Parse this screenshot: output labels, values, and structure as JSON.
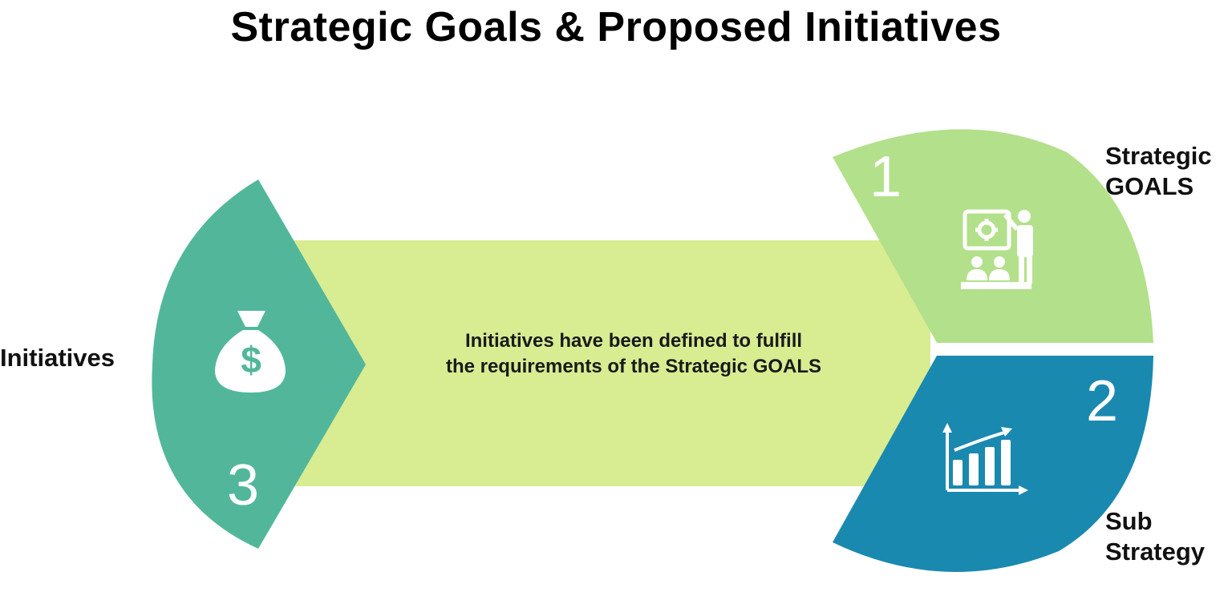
{
  "title": "Strategic Goals & Proposed Initiatives",
  "center_text_line1": "Initiatives have been defined to fulfill",
  "center_text_line2": "the requirements of the Strategic GOALS",
  "segments": [
    {
      "number": "1",
      "label_line1": "Strategic",
      "label_line2": "GOALS",
      "icon": "presentation-icon",
      "color": "#b3e08a"
    },
    {
      "number": "2",
      "label_line1": "Sub",
      "label_line2": "Strategy",
      "icon": "growth-chart-icon",
      "color": "#1a89b0"
    },
    {
      "number": "3",
      "label_line1": "Initiatives",
      "icon": "money-bag-icon",
      "color": "#52b79a"
    }
  ],
  "band_color": "#d8ec92"
}
